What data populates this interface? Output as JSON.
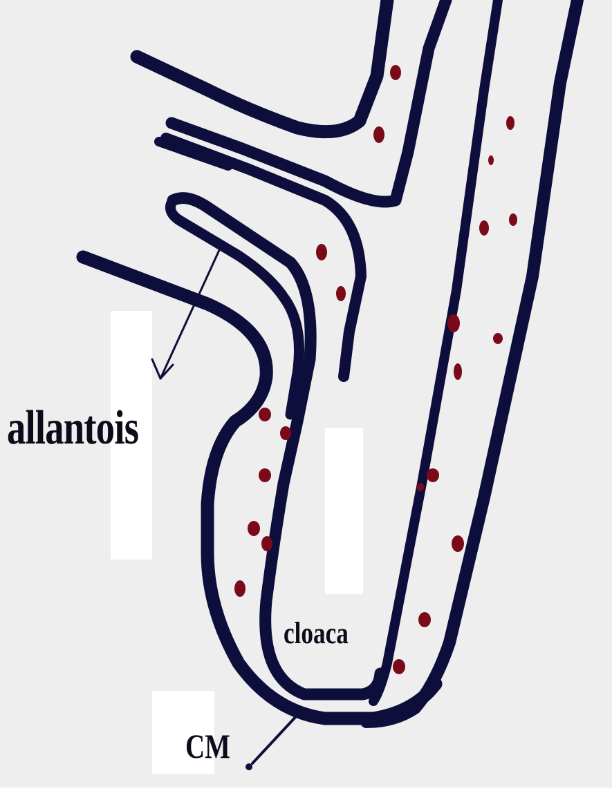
{
  "diagram": {
    "labels": {
      "allantois": "allantois",
      "cloaca": "cloaca",
      "cm": "CM"
    },
    "colors": {
      "background": "#ffffff",
      "paper_tint": "#eeeeee",
      "outline": "#0e0e3c",
      "dots": "#7a0a1a",
      "text": "#0b0b1a"
    }
  }
}
